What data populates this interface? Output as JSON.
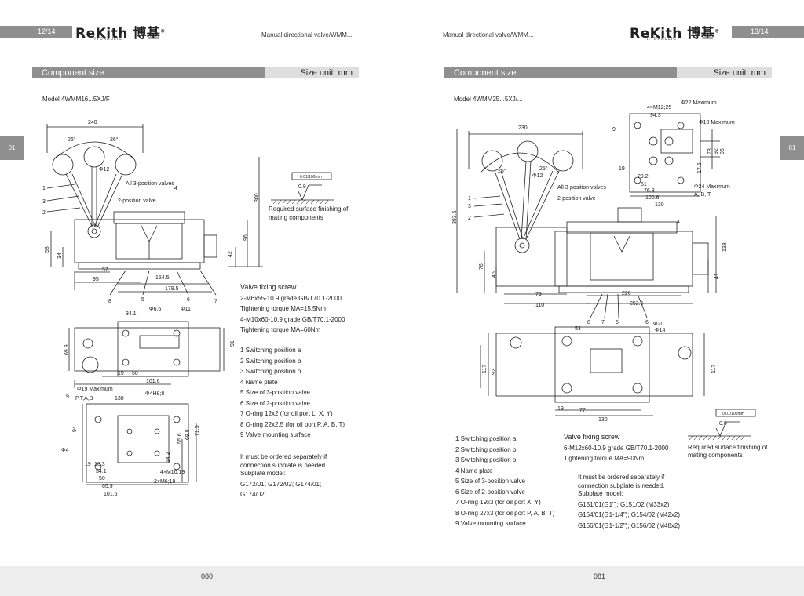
{
  "left": {
    "page_indicator": "12/14",
    "header_title": "Manual directional valve/WMM...",
    "section_title": "Component size",
    "size_unit": "Size unit: mm",
    "model": "Model 4WMM16...5XJ/F",
    "side_tab": "01",
    "footer_page": "080",
    "screw_heading": "Valve fixing screw",
    "screw_lines": [
      "2-M6x55-10.9 grade GB/T70.1-2000",
      "Tightening torque MA=15.5Nm",
      "4-M10x60-10.9 grade GB/T70.1-2000",
      "Tightening torque MA=60Nm"
    ],
    "legend": [
      "1 Switching position a",
      "2 Switching position b",
      "3 Switching position o",
      "4 Name plate",
      "5 Size of 3-position valve",
      "6 Size of 2-position valve",
      "7 O-ring 12x2 (for oil port L, X, Y)",
      "8 O-ring 22x2.5 (for oil port P, A, B, T)",
      "9 Valve mounting surface"
    ],
    "order_note": [
      "It must be ordered separately if",
      "connection subplate is needed.",
      "Subplate model:",
      "G172/01; G172/02; G174/01;",
      "G174/02"
    ],
    "surface_note": [
      "Required surface finishing of",
      "mating components"
    ],
    "dims": {
      "d240": "240",
      "d300": "300",
      "d96": "96",
      "d58": "58",
      "d34": "34",
      "d42": "42",
      "d57": "57",
      "d95": "95",
      "d1545": "154.5",
      "d1795": "179.5",
      "a26l": "26°",
      "a26r": "26°",
      "phi12": "Φ12",
      "all3": "All 3-position valves",
      "pos2": "2-position valve",
      "c1": "1",
      "c2": "2",
      "c3": "3",
      "c4": "4",
      "c5": "5",
      "c6": "6",
      "c7": "7",
      "c8": "8",
      "c9": "9",
      "phi66": "Φ6.6",
      "phi11": "Φ11",
      "d341": "34.1",
      "d699": "69.9",
      "d91": "91",
      "d19": "19",
      "d50": "50",
      "d1016": "101.6",
      "phi19max": "Φ19 Maximum",
      "ptab": "P,T,A,B",
      "phi4h8": "Φ4H8;8",
      "d138": "138",
      "d94": "94",
      "phi4": "Φ4",
      "d556": "55.6",
      "d6990": "69.9",
      "d715": "71.5",
      "d142": "14.2",
      "m10": "4×M10;19",
      "m6": "2×M6;19",
      "b19": "19",
      "b163": "16.3",
      "b341": "34.1",
      "b50": "50",
      "b659": "65.9",
      "b1016": "101.6",
      "rough": "0.8",
      "flat": "0.01/100mm"
    }
  },
  "right": {
    "page_indicator": "13/14",
    "header_title": "Manual directional valve/WMM...",
    "section_title": "Component size",
    "size_unit": "Size unit: mm",
    "model": "Model 4WMM25...5XJ/...",
    "side_tab": "01",
    "footer_page": "081",
    "legend": [
      "1 Switching position a",
      "2 Switching position b",
      "3 Switching position o",
      "4 Name plate",
      "5 Size of 3-position valve",
      "6 Size of 2-position valve",
      "7 O-ring 19x3 (for oil port X, Y)",
      "8 O-ring 27x3 (for oil port P, A, B, T)",
      "9 Valve mounting surface"
    ],
    "screw_heading": "Valve fixing screw",
    "screw_lines": [
      "6-M12x60-10.9 grade GB/T70.1-2000",
      "Tightening torque MA=90Nm"
    ],
    "order_note": [
      "It must be ordered separately if",
      "connection subplate is needed.",
      "Subplate model:",
      "G151/01(G1\"); G151/02 (M33x2)",
      "G154/01(G1-1/4\"); G154/02 (M42x2)",
      "G156/01(G1-1/2\"); G156/02 (M48x2)"
    ],
    "surface_note": [
      "Required surface finishing of",
      "mating components"
    ],
    "dims": {
      "d230": "230",
      "d3935": "393.5",
      "d76": "76",
      "d46": "46",
      "d138": "138",
      "d41": "41",
      "d79": "79",
      "d110": "110",
      "d226": "226",
      "d2525": "252.5",
      "a25l": "25°",
      "a25r": "25°",
      "phi12": "Φ12",
      "all3": "All 3-position valves",
      "pos2": "2-position valve",
      "c1": "1",
      "c2": "2",
      "c3": "3",
      "c4": "4",
      "c5": "5",
      "c6": "6",
      "c7": "7",
      "c8": "8",
      "c9": "9",
      "d53": "53",
      "phi20": "Φ20",
      "phi14": "Φ14",
      "d117l": "117",
      "d92": "92",
      "d117r": "117",
      "d19b": "19",
      "d77": "77",
      "d130b": "130",
      "m12": "4×M12;25",
      "phi22max": "Φ22 Maximum",
      "d943": "94.3",
      "phi10max": "Φ10 Maximum",
      "phi24max": "Φ24 Maximum",
      "abt": "A, B, T",
      "r19": "19",
      "r292": "29.2",
      "r51": "51",
      "r768": "76.8",
      "r1006": "100.6",
      "r130": "130",
      "r175": "17.5",
      "r73": "73",
      "r92": "92",
      "r96": "96",
      "rough": "0.8",
      "flat": "0.01/100mm"
    }
  }
}
